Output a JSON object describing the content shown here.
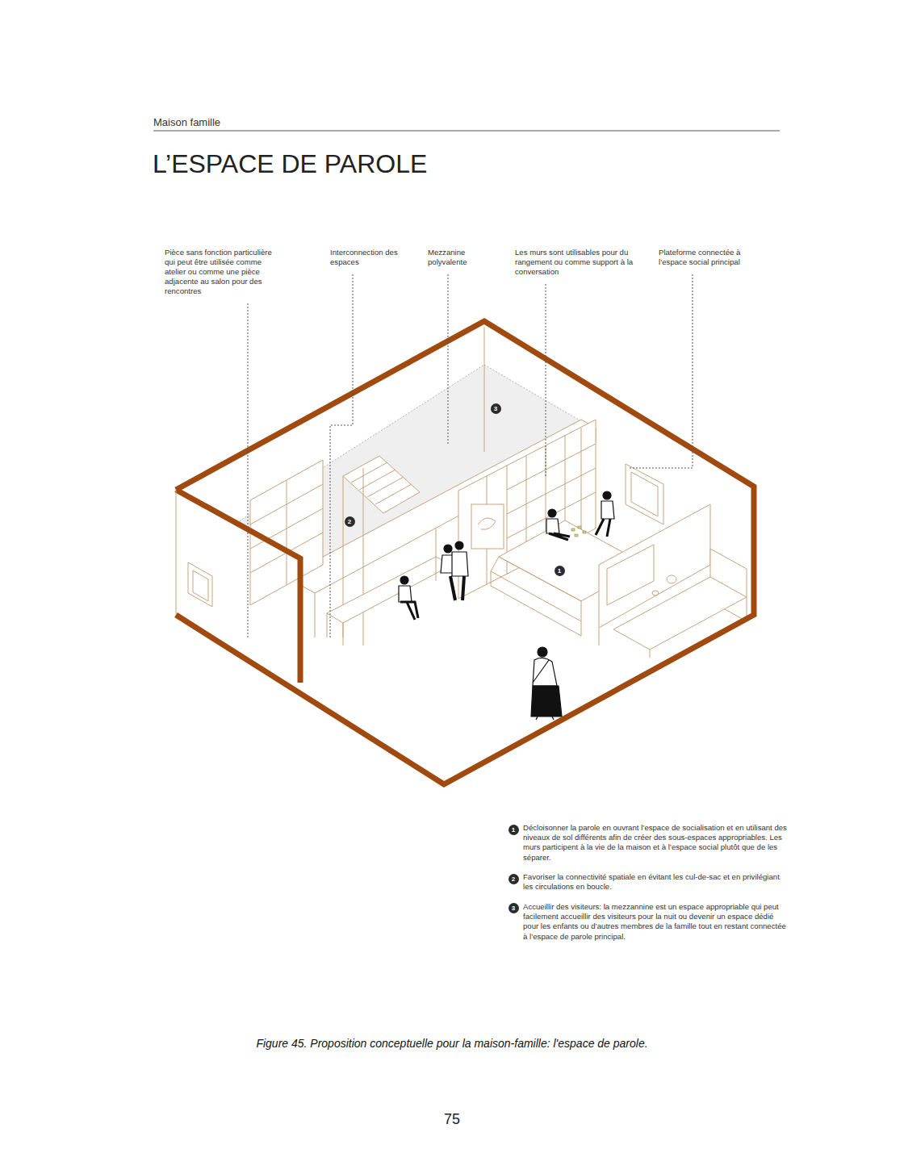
{
  "diagram": {
    "title": "L’ESPACE DE PAROLE",
    "caption": "Figure 45. Proposition conceptuelle pour la maison-famille: l'espace de parole.",
    "labels": [
      "Maison famille",
      "Pièce sans fonction particulière qui peut être utilisée comme atelier ou comme une pièce adjacente au salon pour des rencontres",
      "Interconnection des espaces",
      "Mezzanine polyvalente",
      "Les murs sont utilisables pour du rangement ou comme support à la conversation",
      "Plateforme connectée à l’espace social principal",
      "3",
      "2",
      "1",
      "1",
      "Décloisonner la parole en ouvrant l’espace de socialisation et en utilisant des niveaux de sol différents afin de créer des sous-espaces appropriables. Les murs participent à la vie de la maison et à l’espace social plutôt que de les séparer.",
      "2",
      "Favoriser la connectivité spatiale en évitant les cul-de-sac et en privilégiant les circulations en boucle.",
      "3",
      "Accueillir des visiteurs: la mezzannine est un espace appropriable qui peut facilement accueillir des visiteurs pour la nuit ou devenir un espace dédié pour les enfants ou d’autres membres de la famille tout en restant connectée à l’espace de parole principal.",
      "75"
    ]
  }
}
